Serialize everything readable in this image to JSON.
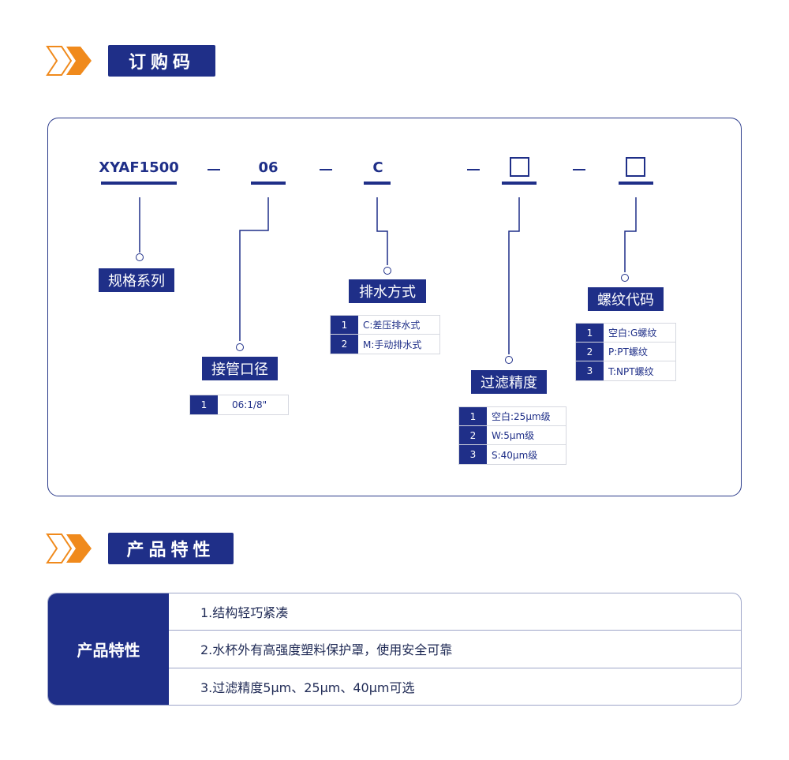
{
  "sections": {
    "order_code_title": "订购码",
    "features_title": "产品特性"
  },
  "code": {
    "series": "XYAF1500",
    "port": "06",
    "drain": "C",
    "dash": "—"
  },
  "labels": {
    "series": "规格系列",
    "port": "接管口径",
    "drain": "排水方式",
    "filter": "过滤精度",
    "thread": "螺纹代码"
  },
  "options": {
    "port": [
      {
        "num": "1",
        "text": "06:1/8\""
      }
    ],
    "drain": [
      {
        "num": "1",
        "text": "C:差压排水式"
      },
      {
        "num": "2",
        "text": "M:手动排水式"
      }
    ],
    "filter": [
      {
        "num": "1",
        "text": "空白:25μm级"
      },
      {
        "num": "2",
        "text": "W:5μm级"
      },
      {
        "num": "3",
        "text": "S:40μm级"
      }
    ],
    "thread": [
      {
        "num": "1",
        "text": "空白:G螺纹"
      },
      {
        "num": "2",
        "text": "P:PT螺纹"
      },
      {
        "num": "3",
        "text": "T:NPT螺纹"
      }
    ]
  },
  "features": {
    "header": "产品特性",
    "items": [
      "1.结构轻巧紧凑",
      "2.水杯外有高强度塑料保护罩，使用安全可靠",
      "3.过滤精度5μm、25μm、40μm可选"
    ]
  },
  "colors": {
    "navy": "#1f2f88",
    "orange": "#f08a1c"
  }
}
